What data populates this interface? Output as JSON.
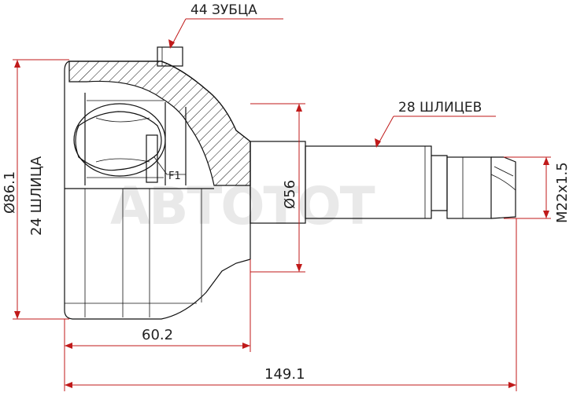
{
  "callouts": {
    "teeth": "44 ЗУБЦА",
    "splines": "28 ШЛИЦЕВ",
    "f1": "F1"
  },
  "dimensions": {
    "outer_diameter": "Ø86.1",
    "inner_splines": "24 ШЛИЦА",
    "shaft_diameter": "Ø56",
    "thread": "M22x1.5",
    "body_length": "60.2",
    "total_length": "149.1"
  },
  "watermark": "АВТОТОТ",
  "colors": {
    "dimension_line": "#c01a1a",
    "outline": "#111111"
  }
}
